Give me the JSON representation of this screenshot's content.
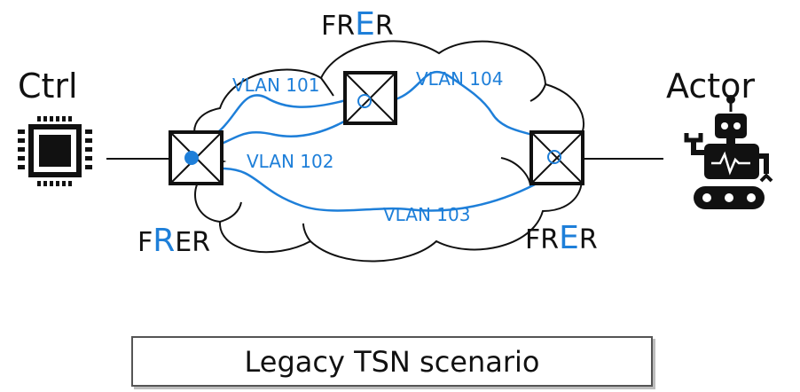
{
  "nodes": {
    "ctrl_label": "Ctrl",
    "actor_label": "Actor"
  },
  "frer_labels": {
    "top": {
      "prefix": "FR",
      "accent": "E",
      "suffix": "R"
    },
    "left": {
      "prefix": "F",
      "accent": "R",
      "suffix": "ER"
    },
    "right": {
      "prefix": "FR",
      "accent": "E",
      "suffix": "R"
    }
  },
  "vlans": {
    "v101": "VLAN 101",
    "v102": "VLAN 102",
    "v103": "VLAN 103",
    "v104": "VLAN 104"
  },
  "caption": "Legacy TSN scenario",
  "colors": {
    "accent_blue": "#1e7fd9",
    "line": "#111111"
  },
  "icons": {
    "ctrl": "cpu-chip-icon",
    "actor": "robot-icon",
    "switch": "crossed-box-switch-icon"
  }
}
